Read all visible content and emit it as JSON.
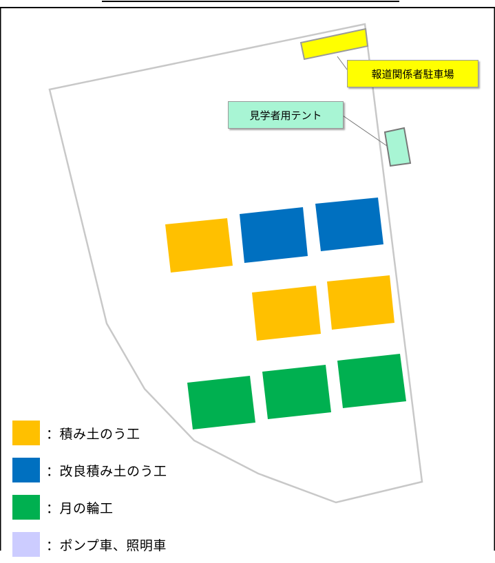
{
  "map": {
    "labels": {
      "press_parking": "報道関係者駐車場",
      "visitor_tent": "見学者用テント"
    },
    "colors": {
      "tsumi_tsuchinou": "#ffc000",
      "kairyo_tsumi_tsuchinou": "#0070c0",
      "tsukinowa": "#00b050",
      "pump_light": "#ccccff",
      "press_parking": "#ffff00",
      "visitor_tent": "#a8f5d4"
    }
  },
  "legend": {
    "items": [
      {
        "label": "：積み土のう工",
        "color": "#ffc000"
      },
      {
        "label": "：改良積み土のう工",
        "color": "#0070c0"
      },
      {
        "label": "：月の輪工",
        "color": "#00b050"
      },
      {
        "label": "：ポンプ車、照明車",
        "color": "#ccccff"
      }
    ]
  }
}
